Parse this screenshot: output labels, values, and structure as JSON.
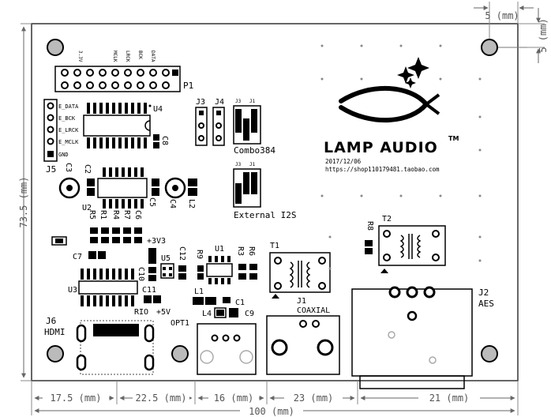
{
  "dimensions": {
    "width": "100 (mm)",
    "height": "73.5 (mm)",
    "segments": [
      "17.5 (mm)",
      "22.5 (mm)",
      "16 (mm)",
      "23 (mm)",
      "21 (mm)"
    ],
    "hole_x": "5 (mm)",
    "hole_y": "5 (mm)"
  },
  "brand": {
    "name": "LAMP AUDIO",
    "tm": "TM",
    "date": "2017/12/06",
    "url": "https://shop110179481.taobao.com"
  },
  "labels": {
    "p1": "P1",
    "p1_pins": [
      "3.3V",
      "MCLK",
      "LRCK",
      "BCK",
      "DATA"
    ],
    "j5": "J5",
    "j5_pins": [
      "E_DATA",
      "E_BCK",
      "E_LRCK",
      "E_MCLK",
      "GND"
    ],
    "u4": "U4",
    "c8": "C8",
    "j3": "J3",
    "j4": "J4",
    "j3_small": "J3",
    "j1_small": "J1",
    "combo": "Combo384",
    "external": "External I2S",
    "c3": "C3",
    "c2": "C2",
    "u2": "U2",
    "c5": "C5",
    "c4": "C4",
    "l2": "L2",
    "r5": "R5",
    "r1": "R1",
    "r4": "R4",
    "r7": "R7",
    "c6": "C6",
    "c7": "C7",
    "v3v3": "+3V3",
    "u5": "U5",
    "c12": "C12",
    "r9": "R9",
    "u1": "U1",
    "r3": "R3",
    "r6": "R6",
    "c10": "C10",
    "u3": "U3",
    "c11": "C11",
    "rio": "RIO",
    "v5": "+5V",
    "l1": "L1",
    "c1": "C1",
    "l4": "L4",
    "c9": "C9",
    "opt1": "OPT1",
    "j6": "J6",
    "hdmi": "HDMI",
    "t1": "T1",
    "t2": "T2",
    "r8": "R8",
    "j1": "J1",
    "coaxial": "COAXIAL",
    "j2": "J2",
    "aes": "AES"
  }
}
